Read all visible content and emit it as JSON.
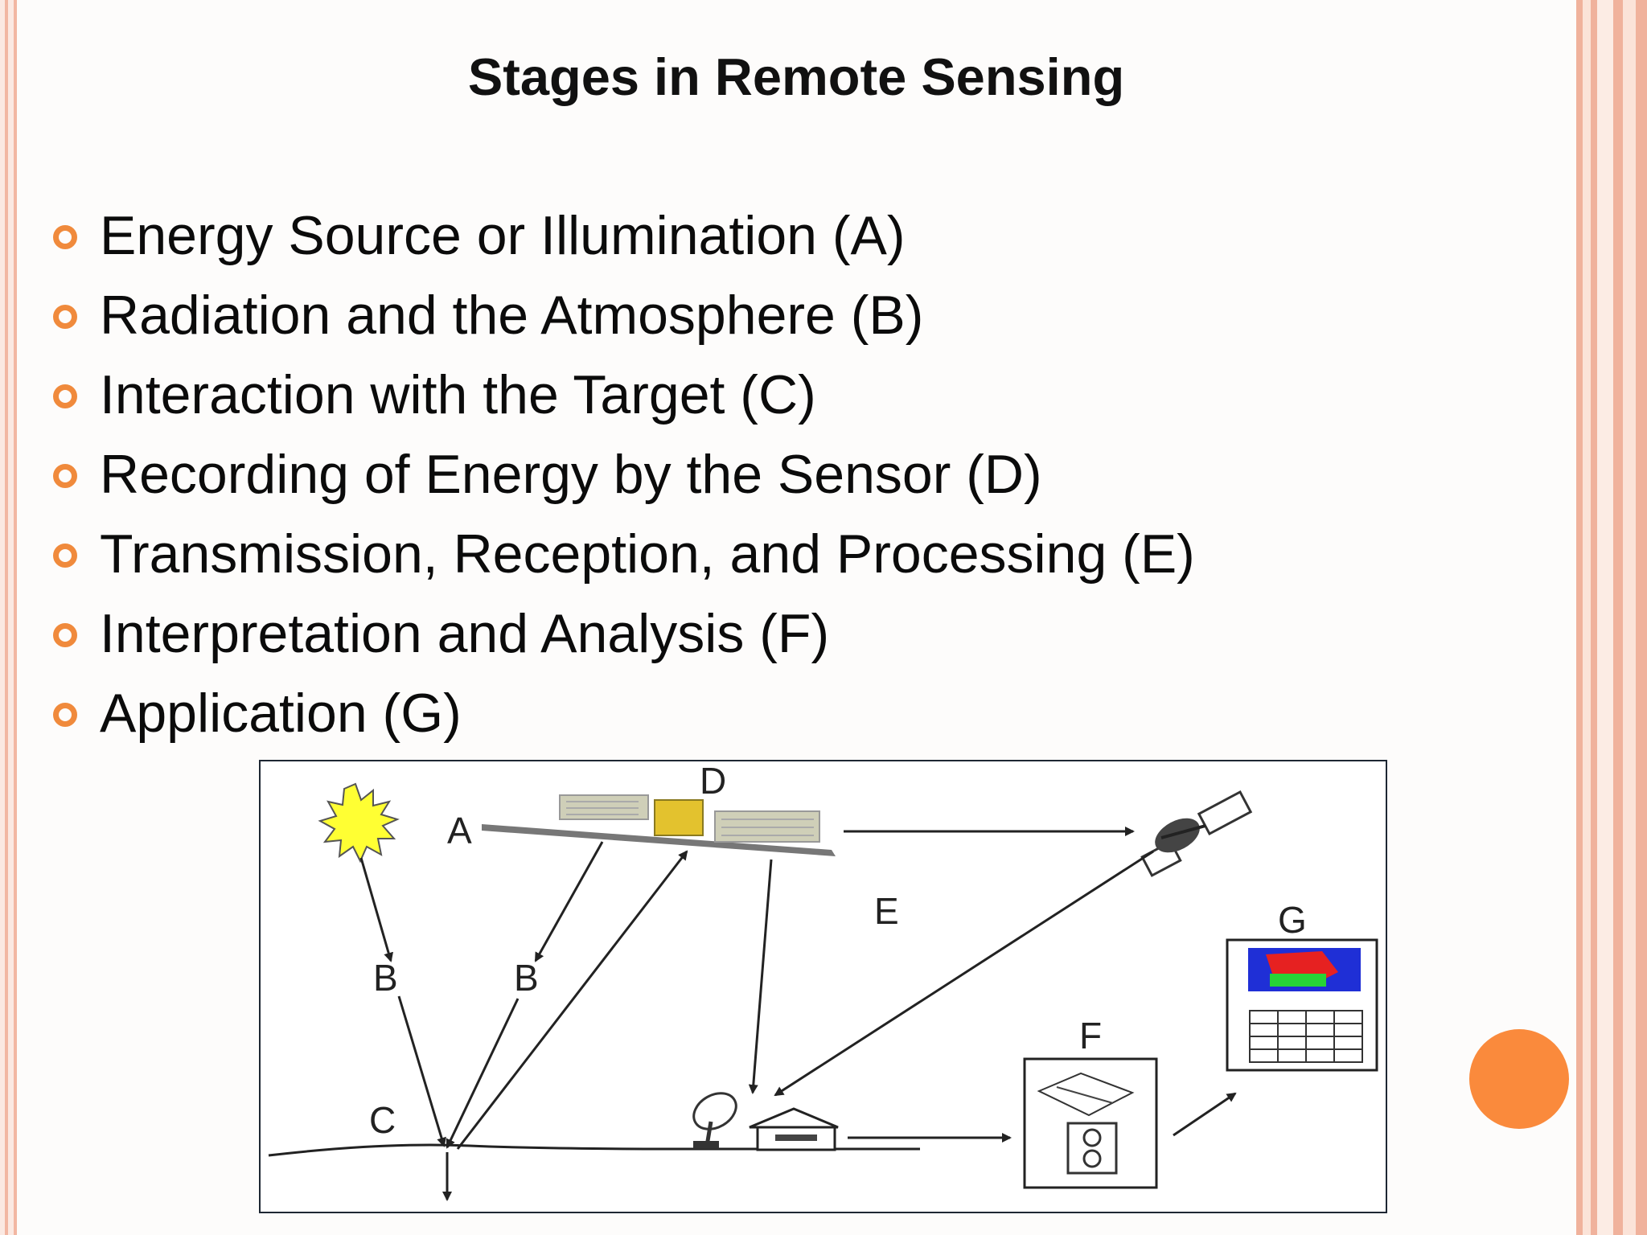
{
  "slide": {
    "title": "Stages in Remote Sensing",
    "bullets": [
      "Energy Source or Illumination (A)",
      "Radiation and the Atmosphere (B)",
      "Interaction with the Target (C)",
      "Recording of Energy by the Sensor (D)",
      "Transmission, Reception, and Processing (E)",
      "Interpretation and Analysis (F)",
      "Application (G)"
    ]
  },
  "diagram": {
    "labels": {
      "a": "A",
      "b1": "B",
      "b2": "B",
      "c": "C",
      "d": "D",
      "e": "E",
      "f": "F",
      "g": "G"
    }
  },
  "colors": {
    "accent": "#fa8a3c",
    "bullet": "#f08a3c",
    "frame": "#f0b29c",
    "sun": "#ffff33"
  }
}
